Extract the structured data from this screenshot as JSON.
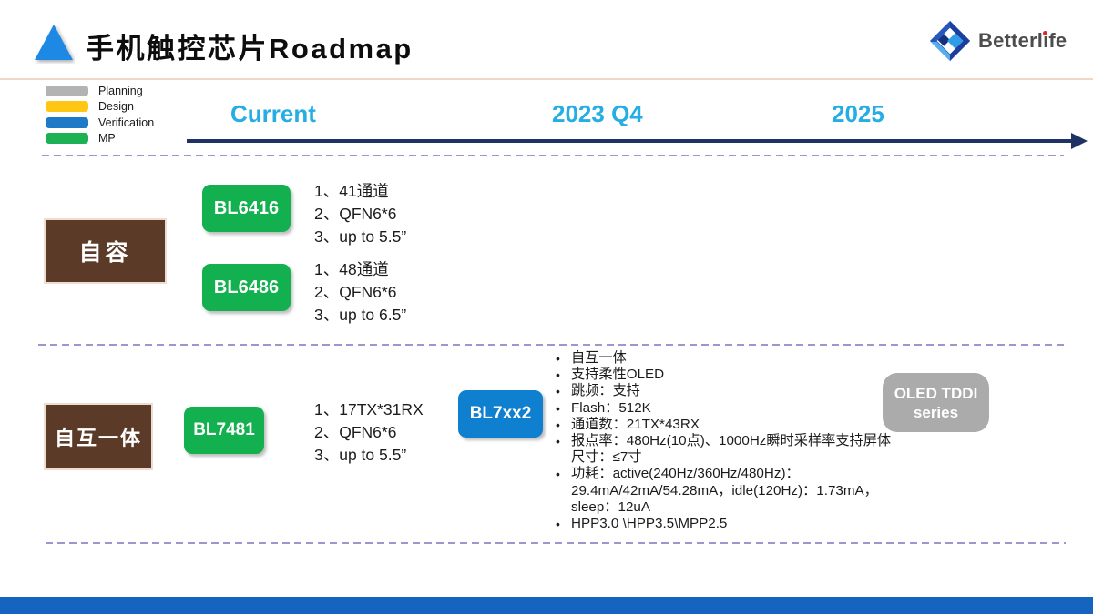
{
  "header": {
    "title": "手机触控芯片Roadmap",
    "logo_text": "Betterlife"
  },
  "legend": {
    "items": [
      {
        "label": "Planning",
        "color": "#b3b3b3"
      },
      {
        "label": "Design",
        "color": "#ffc713"
      },
      {
        "label": "Verification",
        "color": "#1e7ac9"
      },
      {
        "label": "MP",
        "color": "#1cb254"
      }
    ]
  },
  "timeline": {
    "labels": [
      "Current",
      "2023 Q4",
      "2025"
    ]
  },
  "rows": [
    {
      "category": "自容",
      "chips": [
        {
          "name": "BL6416",
          "status": "MP",
          "specs": [
            "1、41通道",
            "2、QFN6*6",
            "3、up to 5.5”"
          ]
        },
        {
          "name": "BL6486",
          "status": "MP",
          "specs": [
            "1、48通道",
            "2、QFN6*6",
            "3、up to 6.5”"
          ]
        }
      ]
    },
    {
      "category": "自互一体",
      "chips": [
        {
          "name": "BL7481",
          "status": "MP",
          "specs": [
            "1、17TX*31RX",
            "2、QFN6*6",
            "3、up to 5.5”"
          ]
        },
        {
          "name": "BL7xx2",
          "status": "Verification",
          "bullets": [
            {
              "marker": true,
              "text": "自互一体"
            },
            {
              "marker": true,
              "text": "支持柔性OLED"
            },
            {
              "marker": true,
              "text": "跳频：支持"
            },
            {
              "marker": true,
              "text": "Flash：512K"
            },
            {
              "marker": true,
              "text": "通道数：21TX*43RX"
            },
            {
              "marker": true,
              "text": "报点率：480Hz(10点)、1000Hz瞬时采样率支持屏体"
            },
            {
              "marker": false,
              "text": "尺寸：≤7寸"
            },
            {
              "marker": true,
              "text": "功耗：active(240Hz/360Hz/480Hz)："
            },
            {
              "marker": false,
              "text": "29.4mA/42mA/54.28mA，idle(120Hz)：1.73mA，"
            },
            {
              "marker": false,
              "text": "sleep：12uA"
            },
            {
              "marker": true,
              "text": "HPP3.0 \\HPP3.5\\MPP2.5"
            }
          ]
        },
        {
          "name": "OLED TDDI\nseries",
          "status": "Planning"
        }
      ]
    }
  ],
  "colors": {
    "accent_cyan": "#25ade4",
    "timeline_navy": "#1e3264",
    "dash_purple": "#a394cf",
    "category_brown": "#5b3a28",
    "mp_green": "#12b04f",
    "verification_blue": "#0f7fd0",
    "planning_gray": "#ababab",
    "design_yellow": "#ffc713",
    "footer_blue": "#1565c0"
  }
}
